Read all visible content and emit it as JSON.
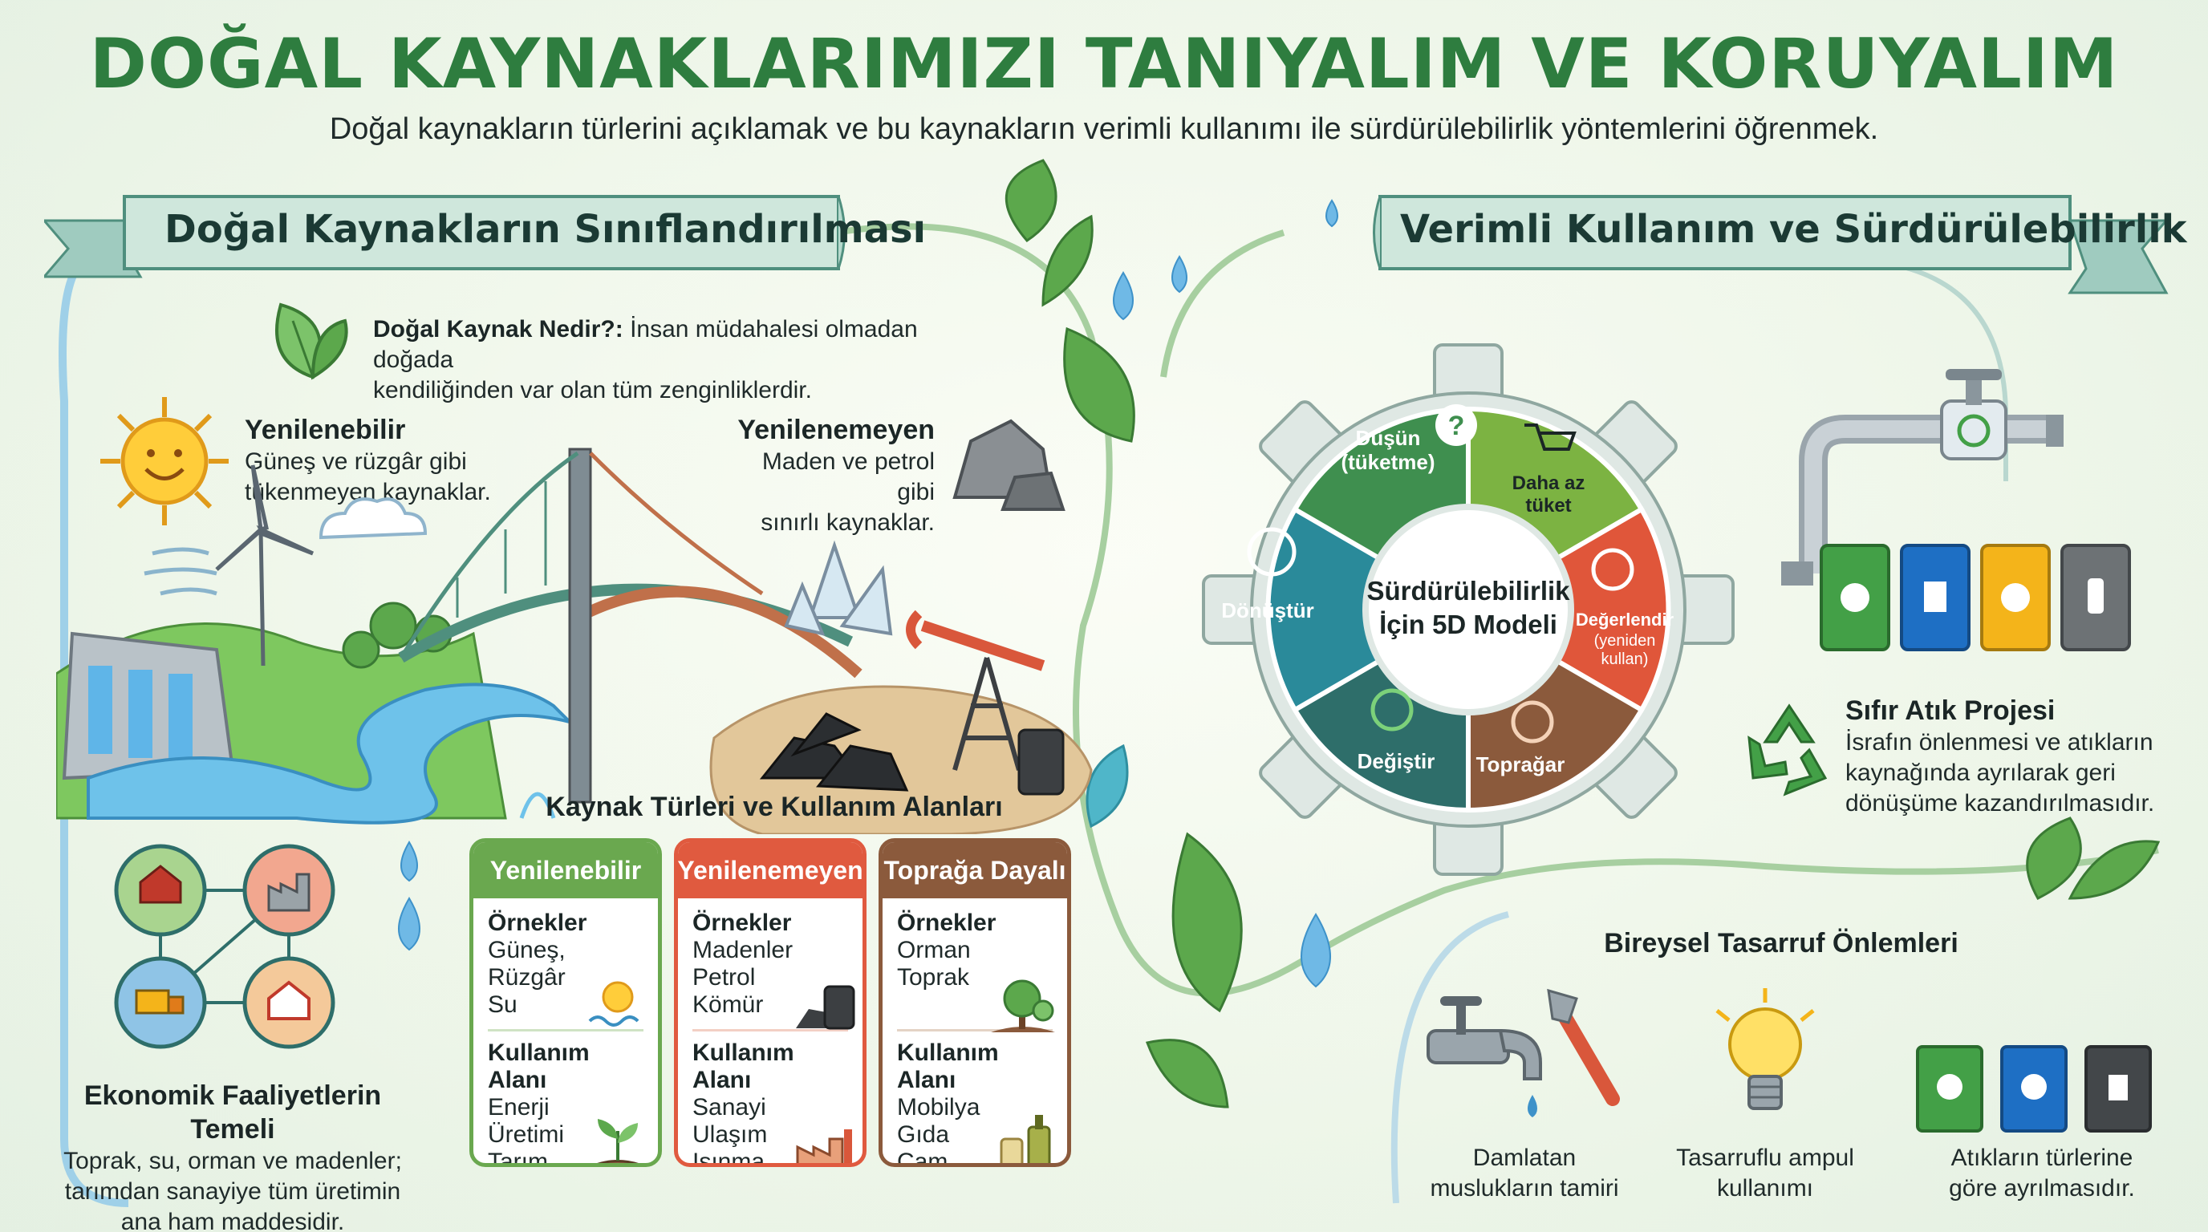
{
  "header": {
    "title": "DOĞAL KAYNAKLARIMIZI TANIYALIM VE KORUYALIM",
    "subtitle": "Doğal kaynakların türlerini açıklamak ve bu kaynakların verimli kullanımı ile sürdürülebilirlik yöntemlerini öğrenmek."
  },
  "left_section": {
    "banner": "Doğal Kaynakların Sınıflandırılması",
    "definition": {
      "label": "Doğal Kaynak Nedir?:",
      "text_line1": "İnsan müdahalesi olmadan doğada",
      "text_line2": "kendiliğinden var olan tüm zenginliklerdir."
    },
    "renewable": {
      "title": "Yenilenebilir",
      "line1": "Güneş ve rüzgâr gibi",
      "line2": "tükenmeyen kaynaklar."
    },
    "nonrenewable": {
      "title": "Yenilenemeyen",
      "line1": "Maden ve petrol gibi",
      "line2": "sınırlı kaynaklar."
    },
    "types_title": "Kaynak Türleri ve Kullanım Alanları",
    "cards": [
      {
        "header": "Yenilenebilir",
        "color": "#6aa84f",
        "examples_label": "Örnekler",
        "examples": [
          "Güneş,",
          "Rüzgâr",
          "Su"
        ],
        "usage_label": "Kullanım Alanı",
        "usage": [
          "Enerji",
          "Üretimi",
          "Tarım"
        ]
      },
      {
        "header": "Yenilenemeyen",
        "color": "#e05a3f",
        "examples_label": "Örnekler",
        "examples": [
          "Madenler",
          "Petrol",
          "Kömür"
        ],
        "usage_label": "Kullanım Alanı",
        "usage": [
          "Sanayi",
          "Ulaşım",
          "Isınma"
        ]
      },
      {
        "header": "Toprağa Dayalı",
        "color": "#8b5a3c",
        "examples_label": "Örnekler",
        "examples": [
          "Orman",
          "Toprak"
        ],
        "usage_label": "Kullanım Alanı",
        "usage": [
          "Mobilya",
          "Gıda",
          "Cam"
        ]
      }
    ],
    "economy": {
      "title": "Ekonomik Faaliyetlerin Temeli",
      "line1": "Toprak, su, orman ve madenler;",
      "line2": "tarımdan sanayiye tüm üretimin",
      "line3": "ana ham maddesidir."
    }
  },
  "right_section": {
    "banner": "Verimli Kullanım ve Sürdürülebilirlik",
    "model_center_line1": "Sürdürülebilirlik",
    "model_center_line2": "İçin 5D Modeli",
    "model_steps": [
      {
        "line1": "Düşün",
        "line2": "(tüketme)",
        "color": "#3f8f4f"
      },
      {
        "line1": "Daha az",
        "line2": "tüket",
        "color": "#7cb342"
      },
      {
        "line1": "Değerlendir",
        "line2": "(yeniden",
        "line3": "kullan)",
        "color": "#e0563a"
      },
      {
        "line1": "Toprağar",
        "line2": "",
        "color": "#8b5a3c"
      },
      {
        "line1": "Değiştir",
        "line2": "",
        "color": "#2e6e6a"
      },
      {
        "line1": "Dönüştür",
        "line2": "",
        "color": "#2a8a9a"
      }
    ],
    "zero_waste": {
      "title": "Sıfır Atık Projesi",
      "line1": "İsrafın önlenmesi ve atıkların",
      "line2": "kaynağında ayrılarak geri",
      "line3": "dönüşüme kazandırılmasıdır."
    },
    "savings_title": "Bireysel Tasarruf Önlemleri",
    "savings": [
      {
        "line1": "Damlatan",
        "line2": "muslukların tamiri"
      },
      {
        "line1": "Tasarruflu ampul",
        "line2": "kullanımı"
      },
      {
        "line1": "Atıkların türlerine",
        "line2": "göre ayrılmasıdır."
      }
    ]
  },
  "colors": {
    "title_green": "#2e7d3f",
    "banner_fill": "#cfe7dc",
    "recycle_green": "#43a047",
    "bin_blue": "#1e6fc4",
    "bin_yellow": "#f4b41a",
    "bin_gray": "#6d7275"
  }
}
